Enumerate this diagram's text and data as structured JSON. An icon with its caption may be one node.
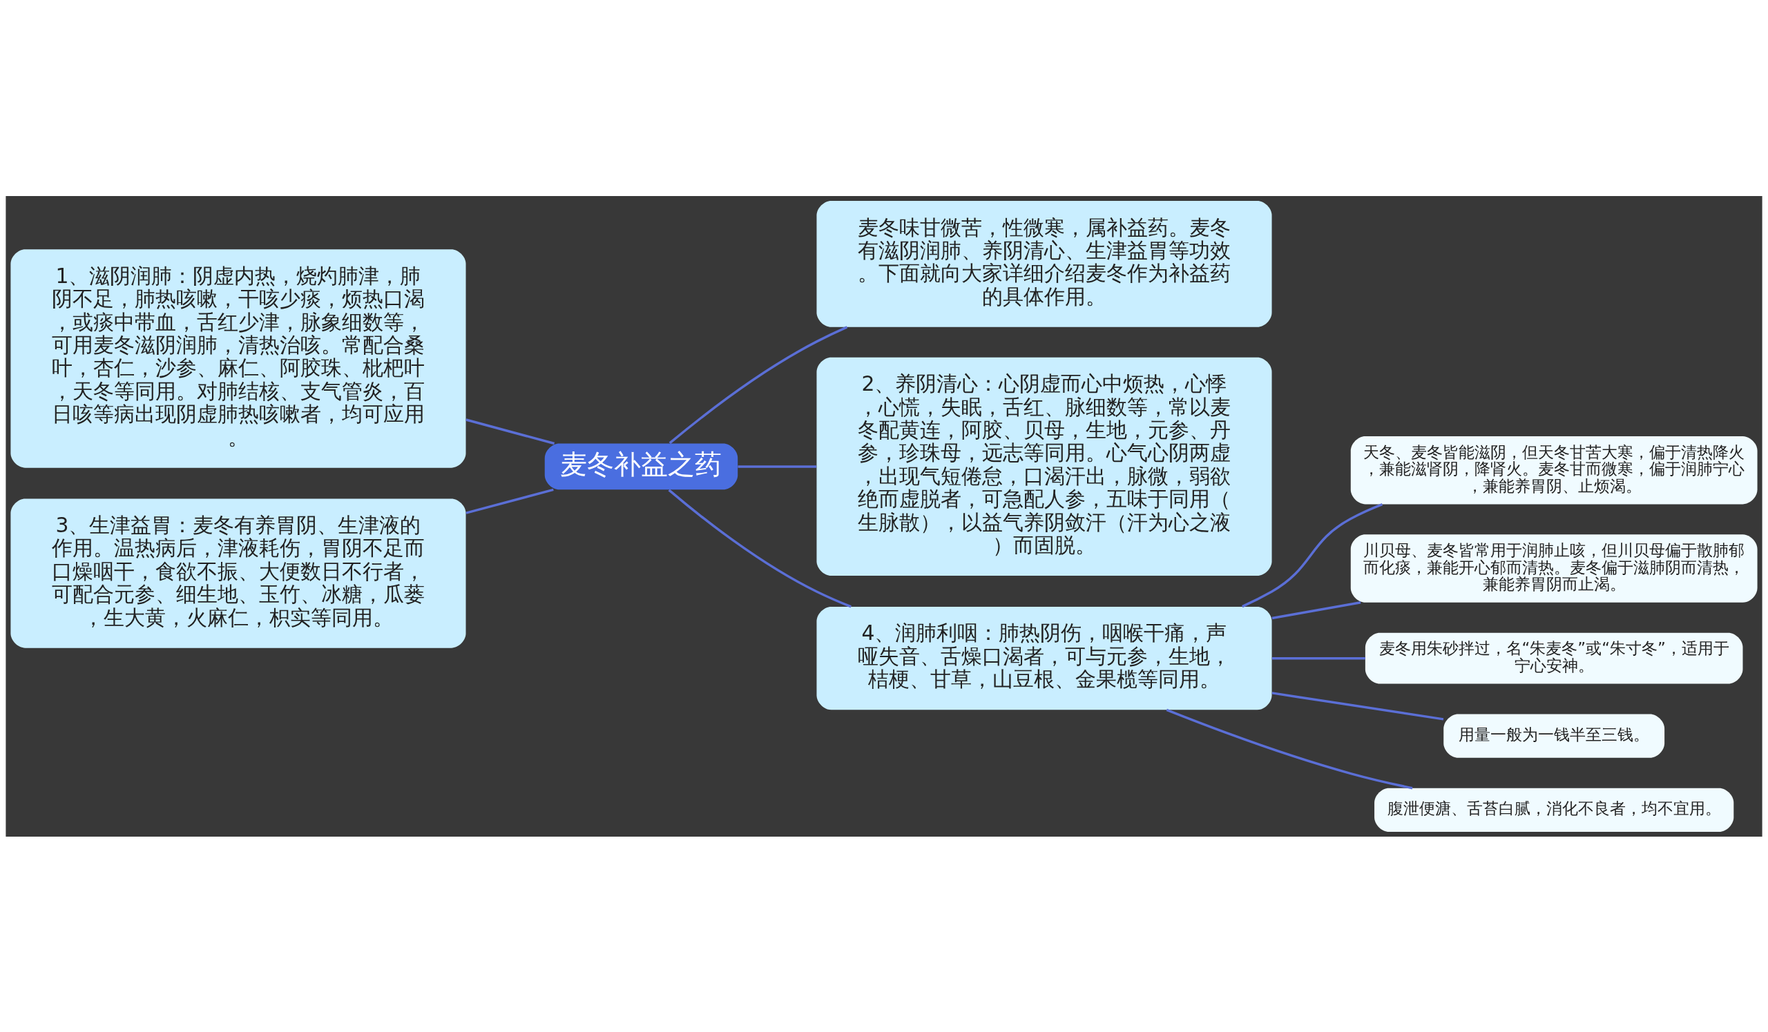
{
  "diagram": {
    "nodes": [
      {
        "text": [
          "麦冬补益之药"
        ]
      },
      {
        "text": [
          "麦冬味甘微苦，性微寒，属补益药。麦冬有滋阴润肺、养阴清心、生津益胃等功效。下面就向大家详细介绍麦冬作为补益药的具体作用。"
        ]
      },
      {
        "text": [
          "1、滋阴润肺：阴虚内热，烧灼肺津，肺阴不足，肺热咳嗽，干咳少痰，烦热口渴，或痰中带血，舌红少津，脉象细数等，可用麦冬滋阴润肺，清热治咳。常配合桑叶，杏仁，沙参、麻仁、阿胶珠、枇杷叶，天冬等同用。对肺结核、支气管炎，百日咳等病出现阴虚肺热咳嗽者，均可应用。"
        ]
      },
      {
        "text": [
          "2、养阴清心：心阴虚而心中烦热，心悸，心慌，失眠，舌红、脉细数等，常以麦冬配黄连，阿胶、贝母，生地，元参、丹参，珍珠母，远志等同用。心气心阴两虚，出现气短倦怠，口渴汗出，脉微，弱欲绝而虚脱者，可急配人参，五味于同用（生脉散），以益气养阴敛汗（汗为心之液）而固脱。"
        ]
      },
      {
        "text": [
          "3、生津益胃：麦冬有养胃阴、生津液的作用。温热病后，津液耗伤，胃阴不足而口燥咽干，食欲不振、大便数日不行者，可配合元参、细生地、玉竹、冰糖，瓜蒌，生大黄，火麻仁，枳实等同用。"
        ]
      },
      {
        "text": [
          "4、润肺利咽：肺热阴伤，咽喉干痛，声哑失音、舌燥口渴者，可与元参，生地，桔梗、甘草，山豆根、金果榄等同用。"
        ]
      },
      {
        "text": [
          "天冬、麦冬皆能滋阴，但天冬甘苦大寒，偏于清热降火，兼能滋肾阴，降肾火。麦冬甘而微寒，偏于润肺宁心，兼能养胃阴、止烦渴。"
        ]
      },
      {
        "text": [
          "川贝母、麦冬皆常用于润肺止咳，但川贝母偏于散肺郁而化痰，兼能开心郁而清热。麦冬偏于滋肺阴而清热，兼能养胃阴而止渴。"
        ]
      },
      {
        "text": [
          "麦冬用朱砂拌过，名“朱麦冬”或“朱寸冬”，适用于宁心安神。"
        ]
      },
      {
        "text": [
          "用量一般为一钱半至三钱。"
        ]
      },
      {
        "text": [
          "腹泄便溏、舌苔白腻，消化不良者，均不宜用。"
        ]
      }
    ],
    "edges": [
      {
        "from": 0,
        "to": 1,
        "arrow": "none"
      },
      {
        "from": 0,
        "to": 2,
        "arrow": "none"
      },
      {
        "from": 0,
        "to": 3,
        "arrow": "none"
      },
      {
        "from": 0,
        "to": 4,
        "arrow": "none"
      },
      {
        "from": 0,
        "to": 5,
        "arrow": "none"
      },
      {
        "from": 5,
        "to": 6,
        "arrow": "none"
      },
      {
        "from": 5,
        "to": 7,
        "arrow": "none"
      },
      {
        "from": 5,
        "to": 8,
        "arrow": "none"
      },
      {
        "from": 5,
        "to": 9,
        "arrow": "none"
      },
      {
        "from": 5,
        "to": 10,
        "arrow": "none"
      }
    ]
  }
}
